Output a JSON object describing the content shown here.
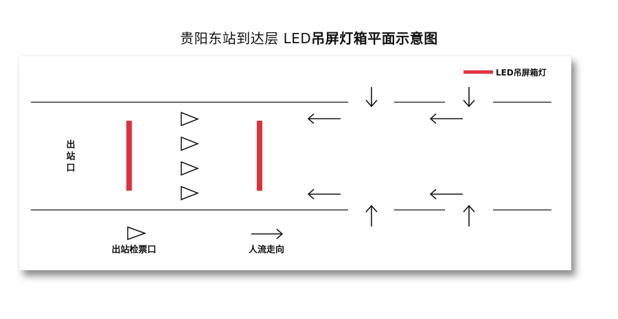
{
  "title": {
    "prefix": "贵阳东站到达层 LED",
    "suffix": "吊屏灯箱平面示意图"
  },
  "legend": {
    "label": "LED吊屏箱灯",
    "color": "#e0313b"
  },
  "labels": {
    "exit_chars": [
      "出",
      "站",
      "口"
    ],
    "ticket_gate": "出站检票口",
    "flow_direction": "人流走向"
  },
  "colors": {
    "led": "#e0313b",
    "line": "#111111"
  }
}
